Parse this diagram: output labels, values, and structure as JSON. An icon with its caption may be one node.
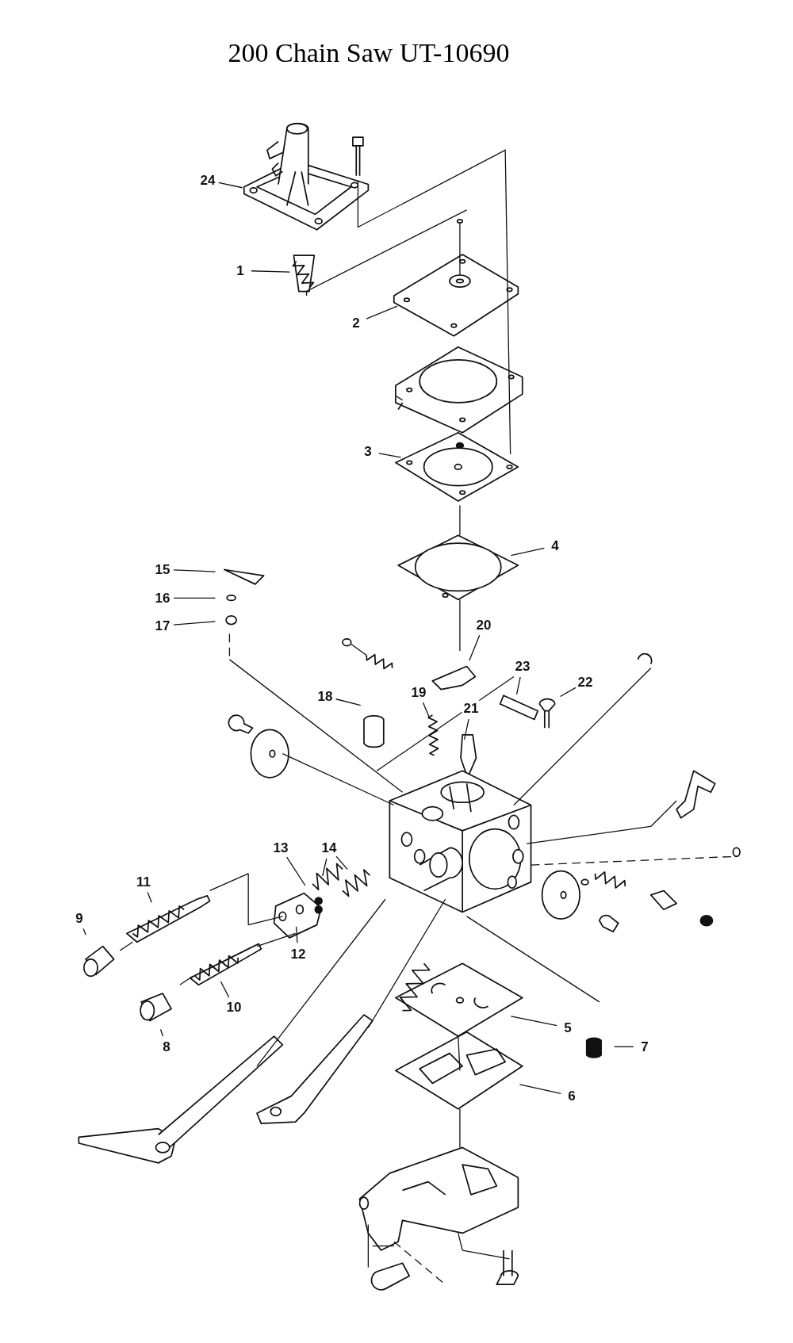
{
  "diagram": {
    "title": "200 Chain Saw UT-10690",
    "nodes": [
      {
        "text": [
          "24"
        ]
      },
      {
        "text": [
          "1"
        ]
      },
      {
        "text": [
          "2"
        ]
      },
      {
        "text": [
          "3"
        ]
      },
      {
        "text": [
          "4"
        ]
      },
      {
        "text": [
          "15"
        ]
      },
      {
        "text": [
          "16"
        ]
      },
      {
        "text": [
          "17"
        ]
      },
      {
        "text": [
          "20"
        ]
      },
      {
        "text": [
          "23"
        ]
      },
      {
        "text": [
          "22"
        ]
      },
      {
        "text": [
          "18"
        ]
      },
      {
        "text": [
          "19"
        ]
      },
      {
        "text": [
          "21"
        ]
      },
      {
        "text": [
          "13"
        ]
      },
      {
        "text": [
          "14"
        ]
      },
      {
        "text": [
          "11"
        ]
      },
      {
        "text": [
          "9"
        ]
      },
      {
        "text": [
          "12"
        ]
      },
      {
        "text": [
          "10"
        ]
      },
      {
        "text": [
          "8"
        ]
      },
      {
        "text": [
          "5"
        ]
      },
      {
        "text": [
          "7"
        ]
      },
      {
        "text": [
          "6"
        ]
      }
    ],
    "edges": [
      {
        "from": 0,
        "to": null,
        "arrow": "none"
      },
      {
        "from": 1,
        "to": null,
        "arrow": "none"
      },
      {
        "from": 2,
        "to": null,
        "arrow": "none"
      },
      {
        "from": 3,
        "to": null,
        "arrow": "none"
      },
      {
        "from": 4,
        "to": null,
        "arrow": "none"
      },
      {
        "from": 5,
        "to": null,
        "arrow": "none"
      },
      {
        "from": 6,
        "to": null,
        "arrow": "none"
      },
      {
        "from": 7,
        "to": null,
        "arrow": "none"
      },
      {
        "from": 8,
        "to": null,
        "arrow": "none"
      },
      {
        "from": 9,
        "to": null,
        "arrow": "none"
      },
      {
        "from": 10,
        "to": null,
        "arrow": "none"
      },
      {
        "from": 11,
        "to": null,
        "arrow": "none"
      },
      {
        "from": 12,
        "to": null,
        "arrow": "none"
      },
      {
        "from": 13,
        "to": null,
        "arrow": "none"
      },
      {
        "from": 14,
        "to": null,
        "arrow": "none"
      },
      {
        "from": 15,
        "to": null,
        "arrow": "none"
      },
      {
        "from": 15,
        "to": null,
        "arrow": "none"
      },
      {
        "from": 16,
        "to": null,
        "arrow": "none"
      },
      {
        "from": 17,
        "to": null,
        "arrow": "none"
      },
      {
        "from": 18,
        "to": null,
        "arrow": "none"
      },
      {
        "from": 19,
        "to": null,
        "arrow": "none"
      },
      {
        "from": 20,
        "to": null,
        "arrow": "none"
      },
      {
        "from": 21,
        "to": null,
        "arrow": "none"
      },
      {
        "from": 22,
        "to": null,
        "arrow": "none"
      },
      {
        "from": 23,
        "to": null,
        "arrow": "none"
      }
    ]
  }
}
